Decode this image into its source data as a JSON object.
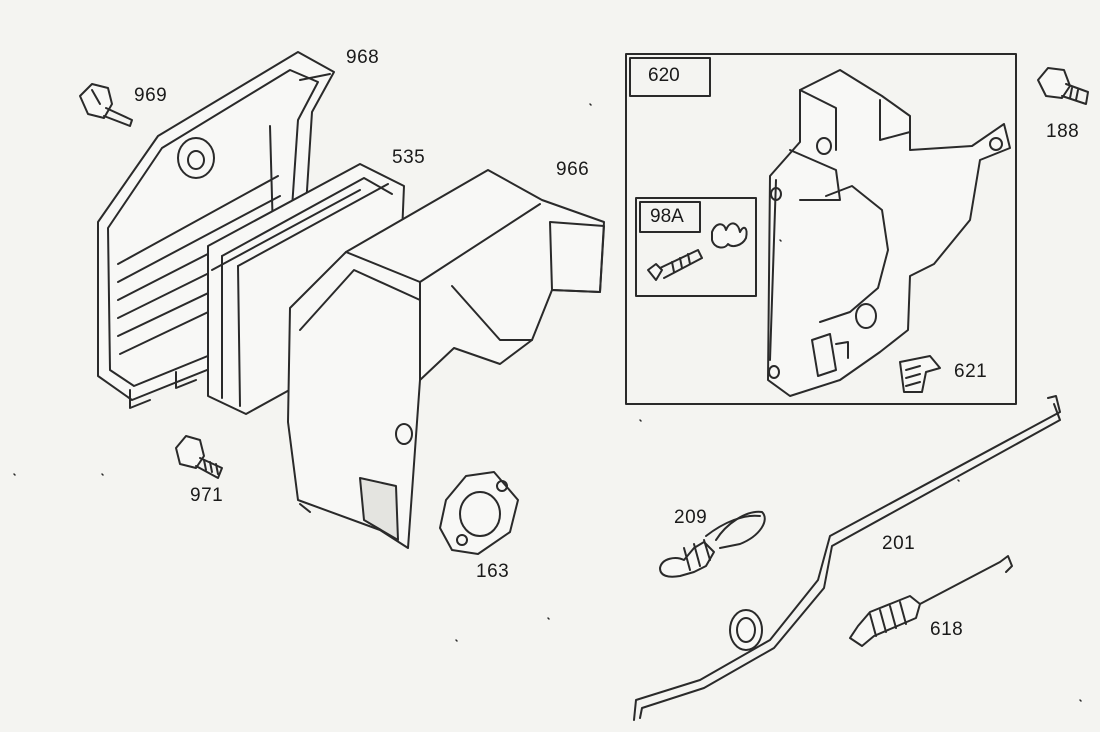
{
  "diagram": {
    "line_color": "#2a2a2a",
    "background_color": "#f4f4f1",
    "group": {
      "label": "620",
      "sub_group_label": "98A"
    },
    "parts": [
      {
        "id": "968",
        "name": "air-filter-base",
        "icon": "filter-base-icon"
      },
      {
        "id": "969",
        "name": "bolt",
        "icon": "bolt-icon"
      },
      {
        "id": "535",
        "name": "air-filter-element",
        "icon": "filter-element-icon"
      },
      {
        "id": "966",
        "name": "air-cleaner-cover",
        "icon": "cover-icon"
      },
      {
        "id": "971",
        "name": "screw",
        "icon": "screw-icon"
      },
      {
        "id": "163",
        "name": "gasket",
        "icon": "gasket-icon"
      },
      {
        "id": "620",
        "name": "control-bracket-assembly",
        "icon": "bracket-icon"
      },
      {
        "id": "98A",
        "name": "screw-and-spring",
        "icon": "screw-spring-icon"
      },
      {
        "id": "621",
        "name": "clip",
        "icon": "clip-icon"
      },
      {
        "id": "188",
        "name": "bolt",
        "icon": "bolt-icon"
      },
      {
        "id": "209",
        "name": "governor-spring",
        "icon": "spring-icon"
      },
      {
        "id": "201",
        "name": "governor-link",
        "icon": "link-rod-icon"
      },
      {
        "id": "618",
        "name": "link-spring",
        "icon": "spring-icon"
      }
    ]
  }
}
